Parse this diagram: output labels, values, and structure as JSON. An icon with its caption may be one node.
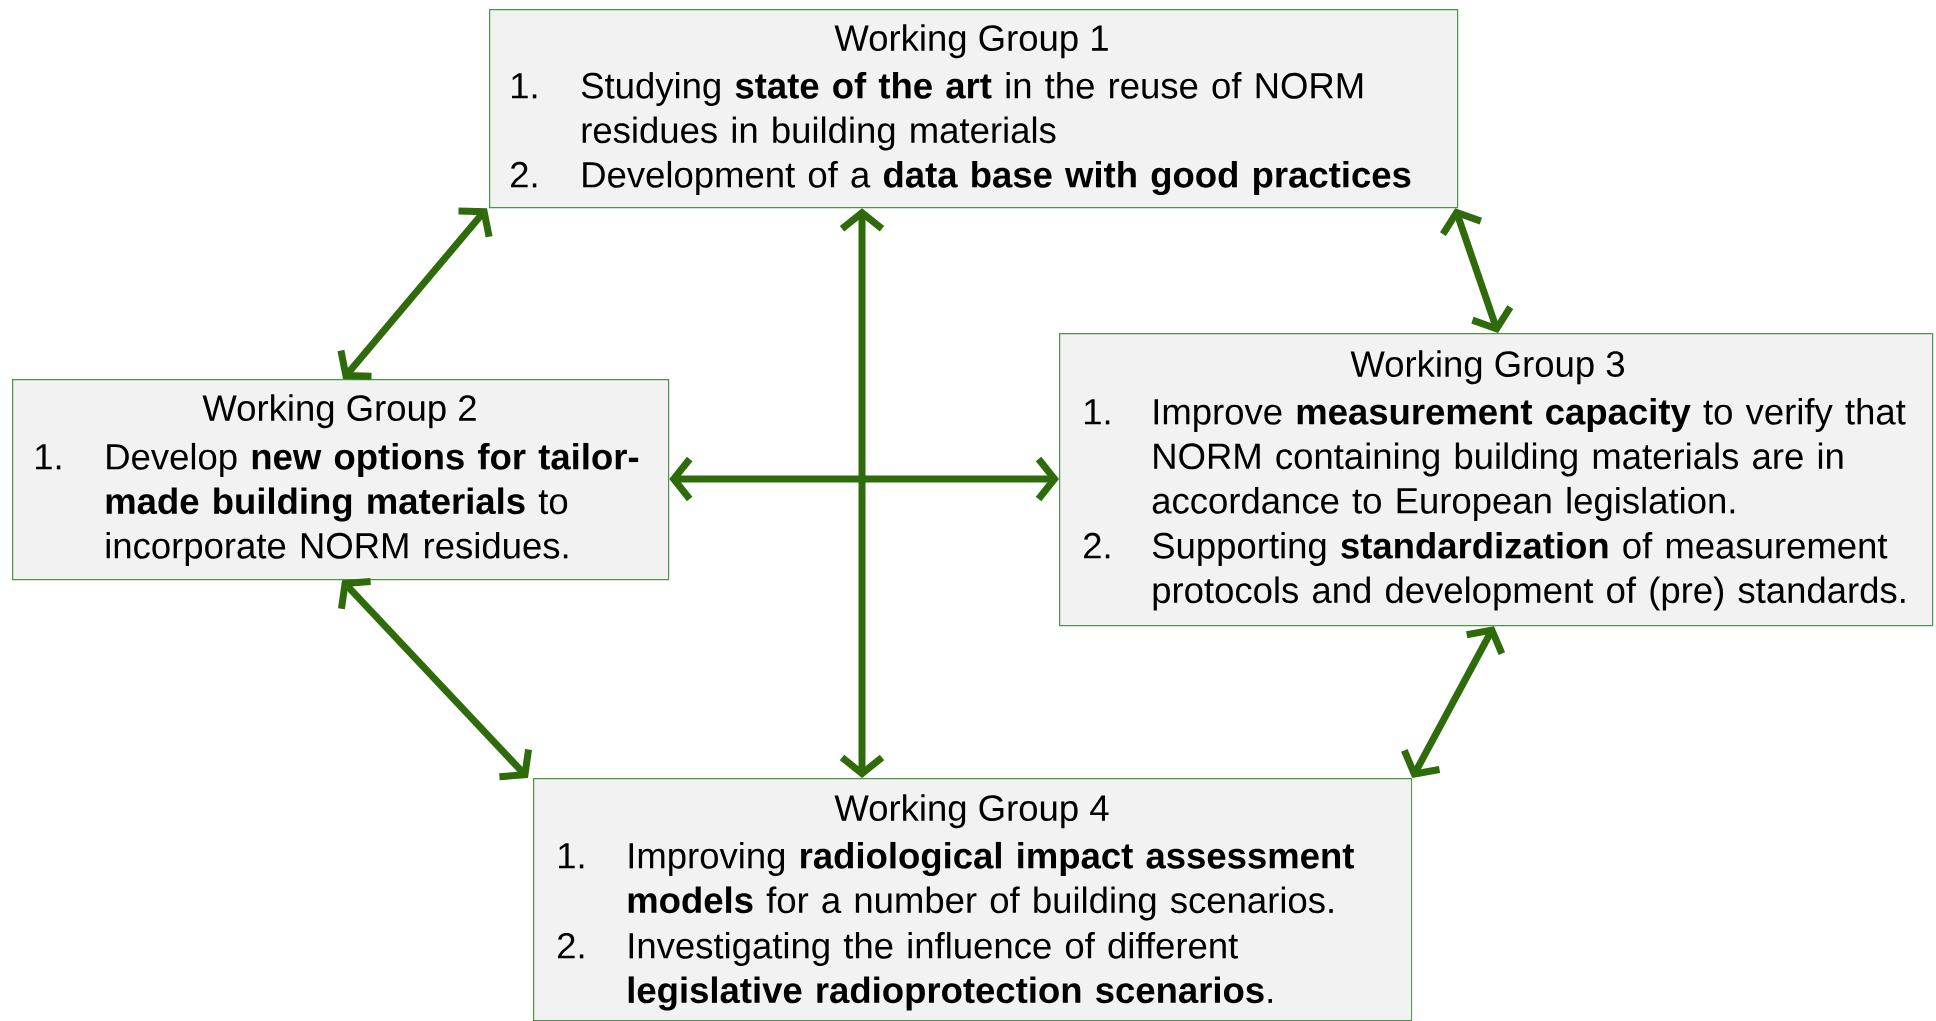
{
  "diagram": {
    "nodes": [
      {
        "text": [
          "Working Group 1",
          "1.",
          "Studying **state of the art** in the reuse of NORM residues in building materials",
          "2.",
          "Development of a **data base with good practices**"
        ]
      },
      {
        "text": [
          "Working Group 2",
          "1.",
          "Develop **new options for tailor-made building materials** to incorporate NORM residues."
        ]
      },
      {
        "text": [
          "Working Group 3",
          "1.",
          "Improve **measurement capacity** to verify that NORM containing building materials are in accordance to European legislation.",
          "2.",
          "Supporting **standardization** of measurement protocols and development of (pre) standards."
        ]
      },
      {
        "text": [
          "Working Group 4",
          "1.",
          "Improving **radiological impact assessment models** for a number of building scenarios.",
          "2.",
          "Investigating the influence of different **legislative radioprotection scenarios**."
        ]
      }
    ],
    "edges": [
      {
        "from": 0,
        "to": 1,
        "arrow": "both"
      },
      {
        "from": 0,
        "to": 2,
        "arrow": "both"
      },
      {
        "from": 0,
        "to": 3,
        "arrow": "both"
      },
      {
        "from": 1,
        "to": 2,
        "arrow": "both"
      },
      {
        "from": 1,
        "to": 3,
        "arrow": "both"
      },
      {
        "from": 2,
        "to": 3,
        "arrow": "both"
      }
    ]
  }
}
